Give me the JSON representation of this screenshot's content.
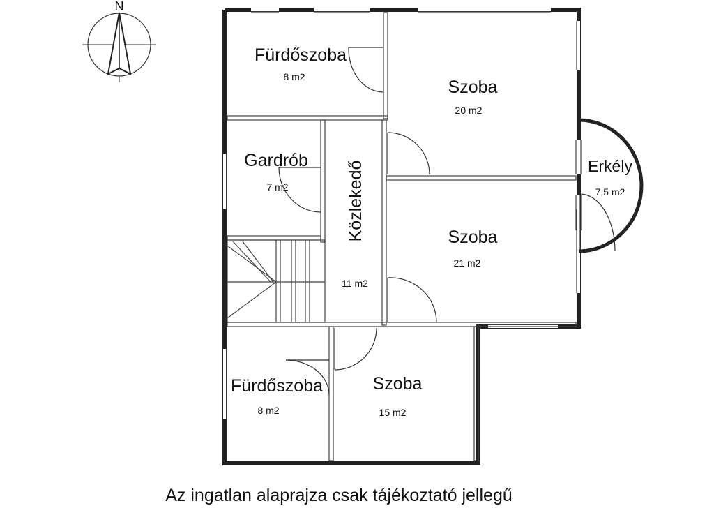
{
  "compass": {
    "label": "N",
    "icon": "north-arrow-icon"
  },
  "rooms": [
    {
      "id": "furdoszoba-upper",
      "name": "Fürdőszoba",
      "area": "8 m2"
    },
    {
      "id": "szoba-20",
      "name": "Szoba",
      "area": "20 m2"
    },
    {
      "id": "gardrob",
      "name": "Gardrób",
      "area": "7 m2"
    },
    {
      "id": "kozlekedo",
      "name": "Közlekedő",
      "area": "11 m2"
    },
    {
      "id": "erkely",
      "name": "Erkély",
      "area": "7,5 m2"
    },
    {
      "id": "szoba-21",
      "name": "Szoba",
      "area": "21 m2"
    },
    {
      "id": "furdoszoba-lower",
      "name": "Fürdőszoba",
      "area": "8 m2"
    },
    {
      "id": "szoba-15",
      "name": "Szoba",
      "area": "15 m2"
    }
  ],
  "footer": {
    "note": "Az ingatlan alaprajza csak tájékoztató jellegű"
  }
}
